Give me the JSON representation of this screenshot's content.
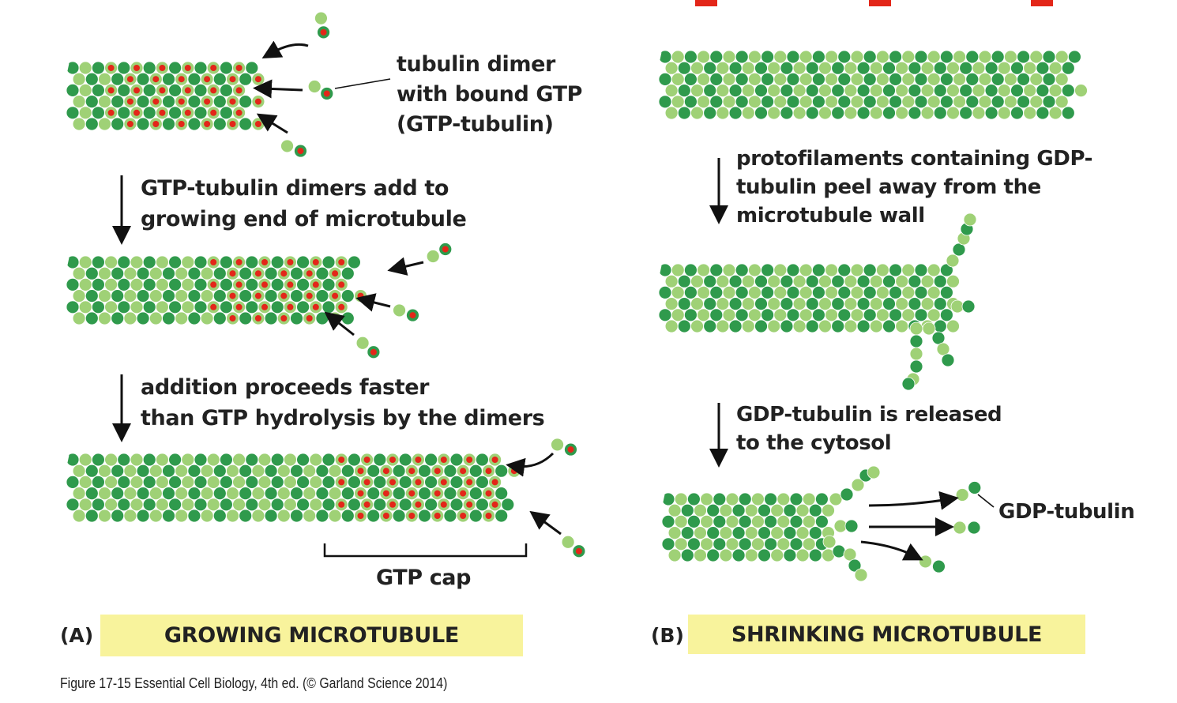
{
  "panel_a": {
    "letter": "(A)",
    "banner": "GROWING MICROTUBULE",
    "dimer_label": [
      "tubulin dimer",
      "with bound GTP",
      "(GTP-tubulin)"
    ],
    "step1": [
      "GTP-tubulin dimers add to",
      "growing end of microtubule"
    ],
    "step2": [
      "addition proceeds faster",
      "than GTP hydrolysis by the dimers"
    ],
    "cap_label": "GTP cap"
  },
  "panel_b": {
    "letter": "(B)",
    "banner": "SHRINKING MICROTUBULE",
    "step1": [
      "protofilaments containing GDP-",
      "tubulin peel away from the",
      "microtubule wall"
    ],
    "step2": [
      "GDP-tubulin is released",
      "to the cytosol"
    ],
    "released_label": "GDP-tubulin"
  },
  "caption": "Figure 17-15  Essential Cell Biology, 4th ed. (© Garland Science 2014)",
  "colors": {
    "tubulin_light": "#9fd176",
    "tubulin_dark": "#2f9a4c",
    "gtp_red": "#e32619",
    "banner": "#f8f39c",
    "text": "#222222"
  }
}
